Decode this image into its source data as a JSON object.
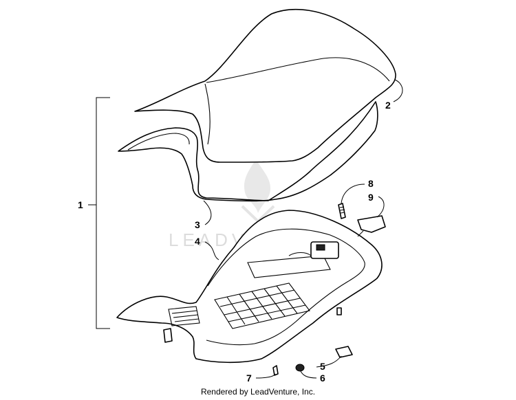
{
  "diagram": {
    "callouts": [
      {
        "id": "1",
        "label": "1"
      },
      {
        "id": "2",
        "label": "2"
      },
      {
        "id": "3",
        "label": "3"
      },
      {
        "id": "4",
        "label": "4"
      },
      {
        "id": "5",
        "label": "5"
      },
      {
        "id": "6",
        "label": "6"
      },
      {
        "id": "7",
        "label": "7"
      },
      {
        "id": "8",
        "label": "8"
      },
      {
        "id": "9",
        "label": "9"
      }
    ],
    "watermark": "LEADVENTURE"
  },
  "footer": {
    "credit": "Rendered by LeadVenture, Inc."
  }
}
